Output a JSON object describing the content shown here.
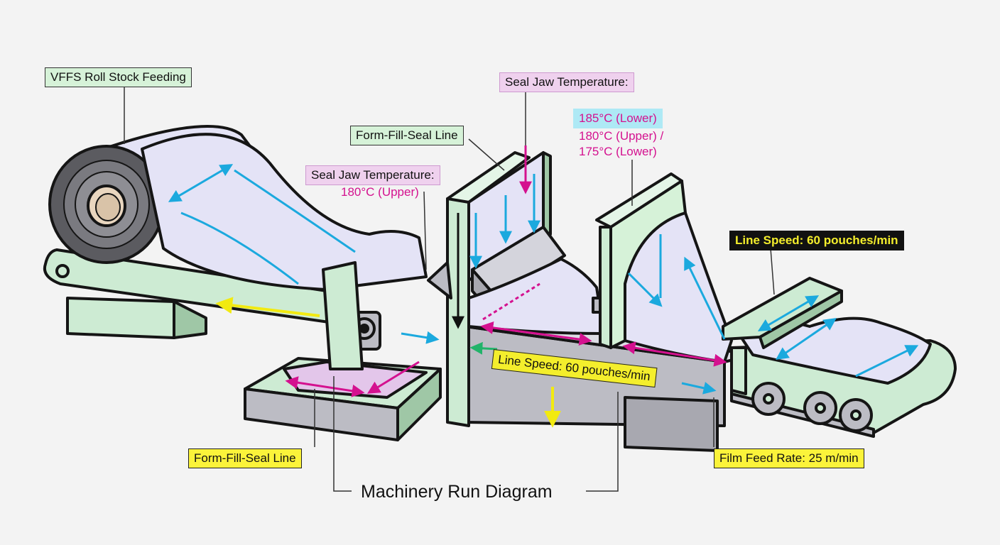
{
  "diagram": {
    "title": "Machinery Run Diagram",
    "labels": {
      "roll_feed": "VFFS Roll Stock Feeding",
      "seal_temp_top": "Seal Jaw Temperature:",
      "seal_temp_top_lower": "185°C (Lower)",
      "seal_temp_top_upper_alt": "180°C (Upper) /",
      "seal_temp_top_lower_alt": "175°C (Lower)",
      "ffs_line_top": "Form-Fill-Seal Line",
      "seal_temp_left": "Seal Jaw Temperature:",
      "seal_temp_left_upper": "180°C (Upper)",
      "line_speed_right": "Line Speed: 60 pouches/min",
      "line_speed_center": "Line Speed: 60 pouches/min",
      "ffs_line_bottom": "Form-Fill-Seal Line",
      "film_feed_rate": "Film Feed Rate: 25 m/min"
    },
    "colors": {
      "machine_green": "#cdebd3",
      "machine_gray": "#bcbcc4",
      "film": "#e4e3f6",
      "outline": "#151515",
      "cyan_arrow": "#1ba9de",
      "magenta_arrow": "#d4118f",
      "yellow_arrow": "#f2ea10"
    }
  }
}
